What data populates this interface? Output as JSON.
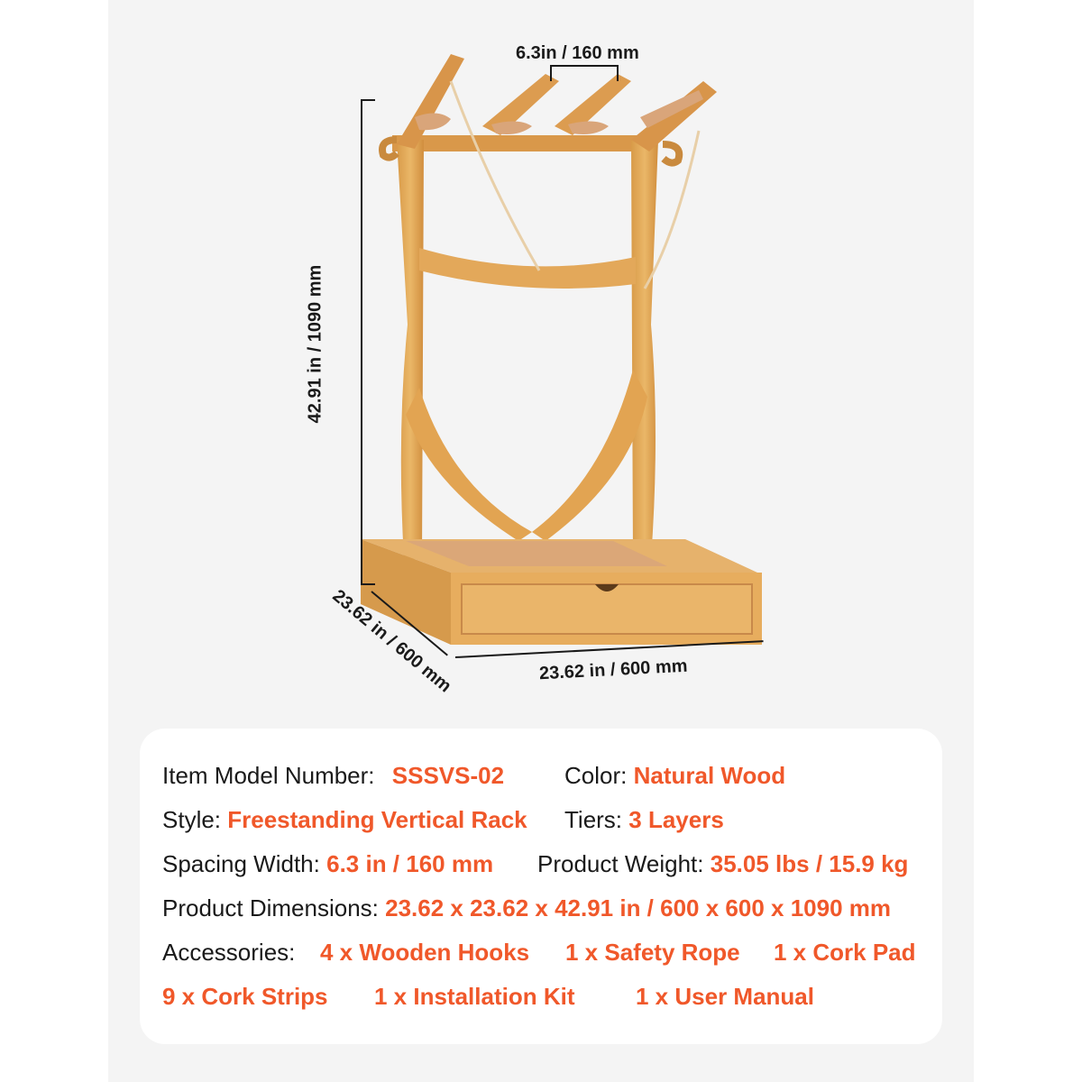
{
  "dimensions": {
    "spacing": "6.3in / 160 mm",
    "height": "42.91 in  / 1090 mm",
    "depth": "23.62 in / 600 mm",
    "width": "23.62 in / 600 mm"
  },
  "specs": {
    "model_label": "Item Model Number:",
    "model_value": "SSSVS-02",
    "color_label": "Color:",
    "color_value": "Natural Wood",
    "style_label": "Style:",
    "style_value": "Freestanding Vertical Rack",
    "tiers_label": "Tiers:",
    "tiers_value": "3 Layers",
    "spacing_label": "Spacing Width:",
    "spacing_value": "6.3 in / 160 mm",
    "weight_label": "Product Weight:",
    "weight_value": "35.05 lbs / 15.9 kg",
    "dims_label": "Product Dimensions:",
    "dims_value": "23.62 x 23.62 x 42.91 in / 600 x 600 x 1090 mm",
    "accessories_label": "Accessories:",
    "accessories": [
      "4 x Wooden Hooks",
      "1 x Safety Rope",
      "1 x Cork Pad",
      "9 x Cork Strips",
      "1 x Installation Kit",
      "1 x User Manual"
    ]
  },
  "colors": {
    "accent": "#f0582a",
    "wood": "#e2a856",
    "cork": "#d9a57a"
  }
}
